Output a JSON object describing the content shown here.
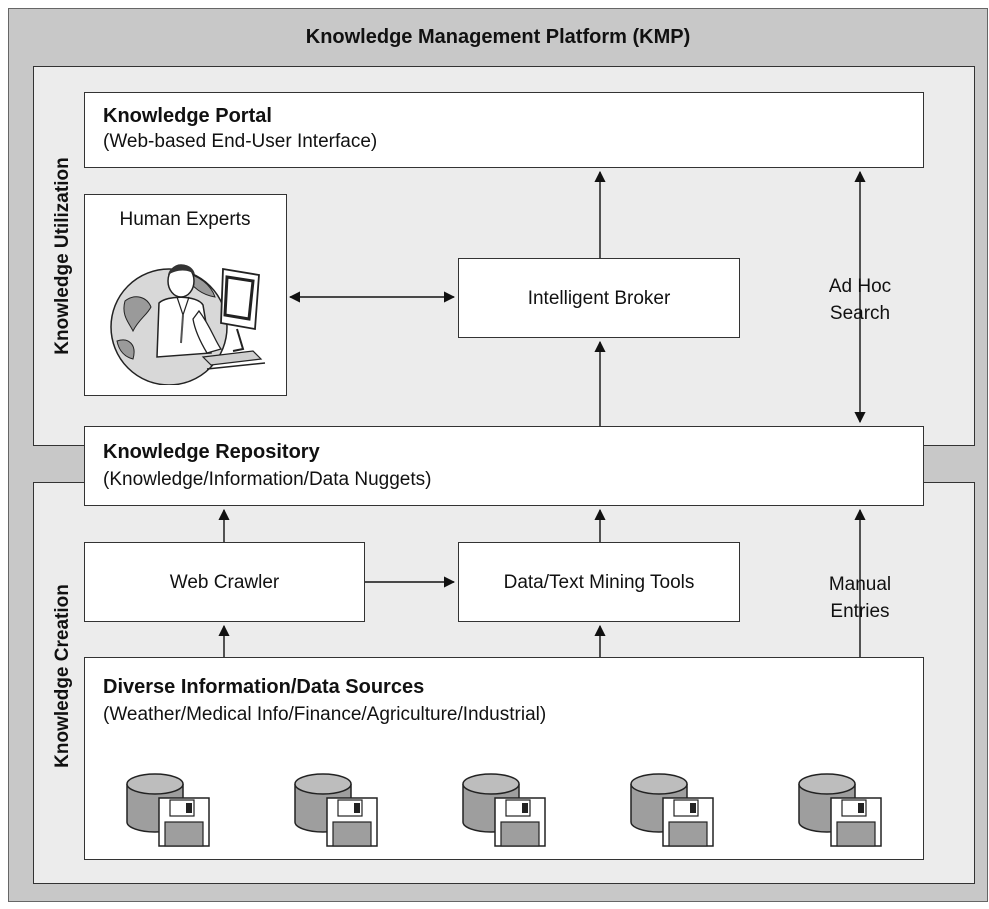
{
  "platform": {
    "title": "Knowledge Management Platform (KMP)"
  },
  "utilization": {
    "label": "Knowledge Utilization",
    "portal": {
      "title": "Knowledge Portal",
      "subtitle": "(Web-based End-User Interface)"
    },
    "human_experts": {
      "label": "Human Experts",
      "illustration": "person-at-computer-with-globe"
    },
    "broker": {
      "label": "Intelligent Broker"
    },
    "adhoc": {
      "label_line1": "Ad Hoc",
      "label_line2": "Search"
    }
  },
  "repository": {
    "title": "Knowledge Repository",
    "subtitle": "(Knowledge/Information/Data Nuggets)"
  },
  "creation": {
    "label": "Knowledge Creation",
    "crawler": {
      "label": "Web Crawler"
    },
    "mining": {
      "label": "Data/Text Mining Tools"
    },
    "manual": {
      "label_line1": "Manual",
      "label_line2": "Entries"
    },
    "sources": {
      "title": "Diverse Information/Data Sources",
      "subtitle": "(Weather/Medical Info/Finance/Agriculture/Industrial)",
      "icons": [
        "database-disk-icon",
        "database-disk-icon",
        "database-disk-icon",
        "database-disk-icon",
        "database-disk-icon"
      ]
    }
  },
  "colors": {
    "outer": "#c8c8c8",
    "panel": "#ececec",
    "box": "#ffffff",
    "stroke": "#333333"
  }
}
